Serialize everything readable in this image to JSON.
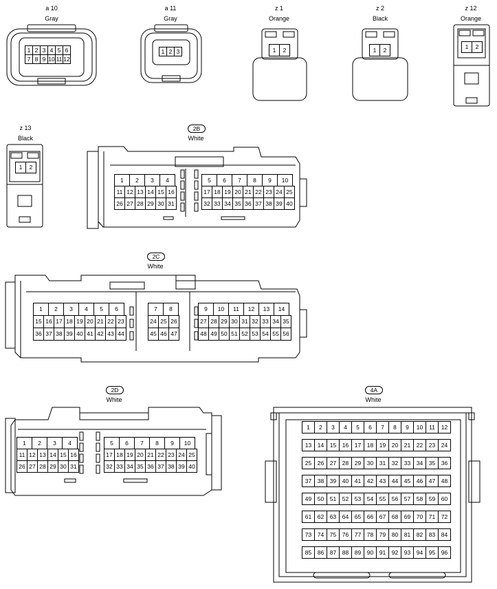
{
  "connectors": [
    {
      "id": "a10",
      "code": "a 10",
      "color": "Gray",
      "rows": [
        [
          "1",
          "2",
          "3",
          "4",
          "5",
          "6"
        ],
        [
          "7",
          "8",
          "9",
          "10",
          "11",
          "12"
        ]
      ]
    },
    {
      "id": "a11",
      "code": "a 11",
      "color": "Gray",
      "rows": [
        [
          "1",
          "2",
          "3"
        ]
      ]
    },
    {
      "id": "z1",
      "code": "z 1",
      "color": "Orange",
      "rows": [
        [
          "1",
          "2"
        ]
      ]
    },
    {
      "id": "z2",
      "code": "z 2",
      "color": "Black",
      "rows": [
        [
          "1",
          "2"
        ]
      ]
    },
    {
      "id": "z12",
      "code": "z 12",
      "color": "Orange",
      "rows": [
        [
          "1",
          "2"
        ]
      ]
    },
    {
      "id": "z13",
      "code": "z 13",
      "color": "Black",
      "rows": [
        [
          "1",
          "2"
        ]
      ]
    },
    {
      "id": "2B",
      "code": "2B",
      "color": "White",
      "groups": [
        {
          "rows": [
            [
              "1",
              "2",
              "3",
              "4"
            ],
            [
              "11",
              "12",
              "13",
              "14",
              "15",
              "16"
            ],
            [
              "26",
              "27",
              "28",
              "29",
              "30",
              "31"
            ]
          ]
        },
        {
          "rows": [
            [
              "5",
              "6",
              "7",
              "8",
              "9",
              "10"
            ],
            [
              "17",
              "18",
              "19",
              "20",
              "21",
              "22",
              "23",
              "24",
              "25"
            ],
            [
              "32",
              "33",
              "34",
              "35",
              "36",
              "37",
              "38",
              "39",
              "40"
            ]
          ]
        }
      ]
    },
    {
      "id": "2C",
      "code": "2C",
      "color": "White",
      "groups": [
        {
          "rows": [
            [
              "1",
              "2",
              "3",
              "4",
              "5",
              "6"
            ],
            [
              "15",
              "16",
              "17",
              "18",
              "19",
              "20",
              "21",
              "22",
              "23"
            ],
            [
              "36",
              "37",
              "38",
              "39",
              "40",
              "41",
              "42",
              "43",
              "44"
            ]
          ]
        },
        {
          "rows": [
            [
              "7",
              "8"
            ],
            [
              "24",
              "25",
              "26"
            ],
            [
              "45",
              "46",
              "47"
            ]
          ]
        },
        {
          "rows": [
            [
              "9",
              "10",
              "11",
              "12",
              "13",
              "14"
            ],
            [
              "27",
              "28",
              "29",
              "30",
              "31",
              "32",
              "33",
              "34",
              "35"
            ],
            [
              "48",
              "49",
              "50",
              "51",
              "52",
              "53",
              "54",
              "55",
              "56"
            ]
          ]
        }
      ]
    },
    {
      "id": "2D",
      "code": "2D",
      "color": "White",
      "groups": [
        {
          "rows": [
            [
              "1",
              "2",
              "3",
              "4"
            ],
            [
              "11",
              "12",
              "13",
              "14",
              "15",
              "16"
            ],
            [
              "26",
              "27",
              "28",
              "29",
              "30",
              "31"
            ]
          ]
        },
        {
          "rows": [
            [
              "5",
              "6",
              "7",
              "8",
              "9",
              "10"
            ],
            [
              "17",
              "18",
              "19",
              "20",
              "21",
              "22",
              "23",
              "24",
              "25"
            ],
            [
              "32",
              "33",
              "34",
              "35",
              "36",
              "37",
              "38",
              "39",
              "40"
            ]
          ]
        }
      ]
    },
    {
      "id": "4A",
      "code": "4A",
      "color": "White",
      "grid_rows": 8,
      "grid_cols": 12,
      "pin_start": 1
    }
  ]
}
